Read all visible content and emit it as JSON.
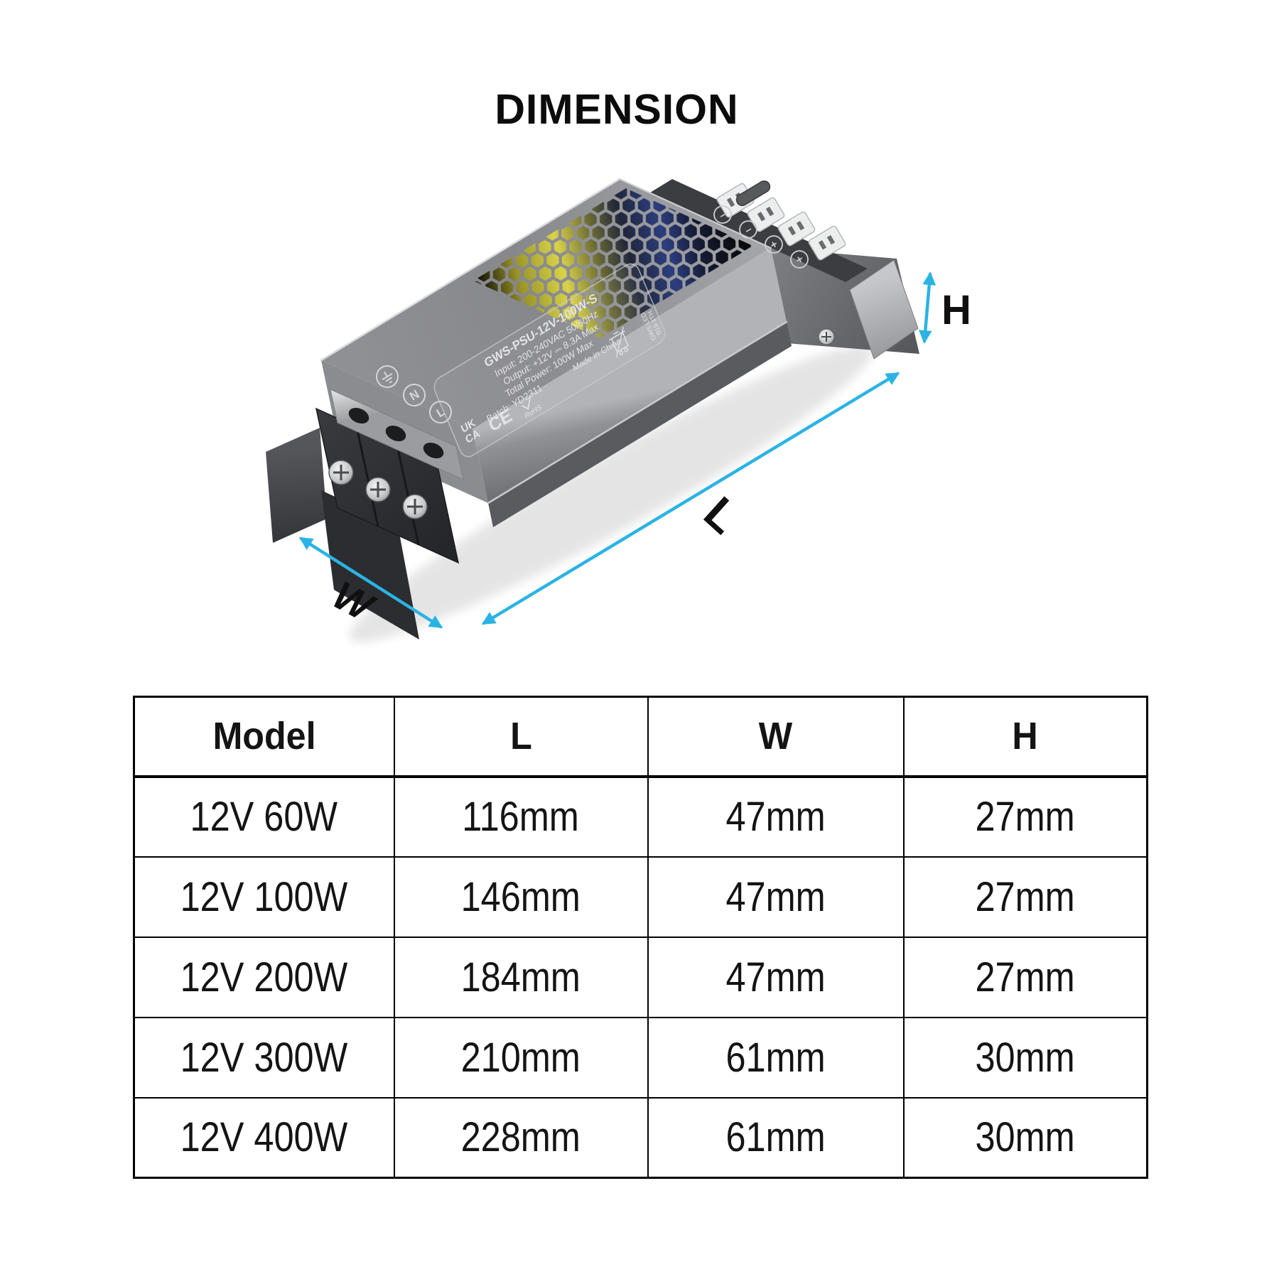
{
  "title": "DIMENSION",
  "illustration": {
    "arrow_color": "#2BB3E4",
    "labels": {
      "width": "W",
      "length": "L",
      "height": "H"
    },
    "device": {
      "model": "GWS-PSU-12V-100W-S",
      "input": "Input: 200-240VAC 50/60Hz",
      "output": "Output: +12V ⎓ 8.3A Max",
      "total_power": "Total Power: 100W Max",
      "batch": "Batch: YD2311",
      "origin": "Made in China",
      "ukca_top": "UK",
      "ukca_bottom": "CA",
      "ce": "CE",
      "rohs": "RoHS",
      "brand_top": "GWS LED",
      "brand_bottom": "B19.1TH",
      "terminal_n": "N",
      "terminal_l": "L",
      "output_marks": [
        "–",
        "–",
        "+",
        "+"
      ]
    }
  },
  "table": {
    "headers": [
      "Model",
      "L",
      "W",
      "H"
    ],
    "rows": [
      [
        "12V 60W",
        "116mm",
        "47mm",
        "27mm"
      ],
      [
        "12V 100W",
        "146mm",
        "47mm",
        "27mm"
      ],
      [
        "12V 200W",
        "184mm",
        "47mm",
        "27mm"
      ],
      [
        "12V 300W",
        "210mm",
        "61mm",
        "30mm"
      ],
      [
        "12V 400W",
        "228mm",
        "61mm",
        "30mm"
      ]
    ]
  }
}
